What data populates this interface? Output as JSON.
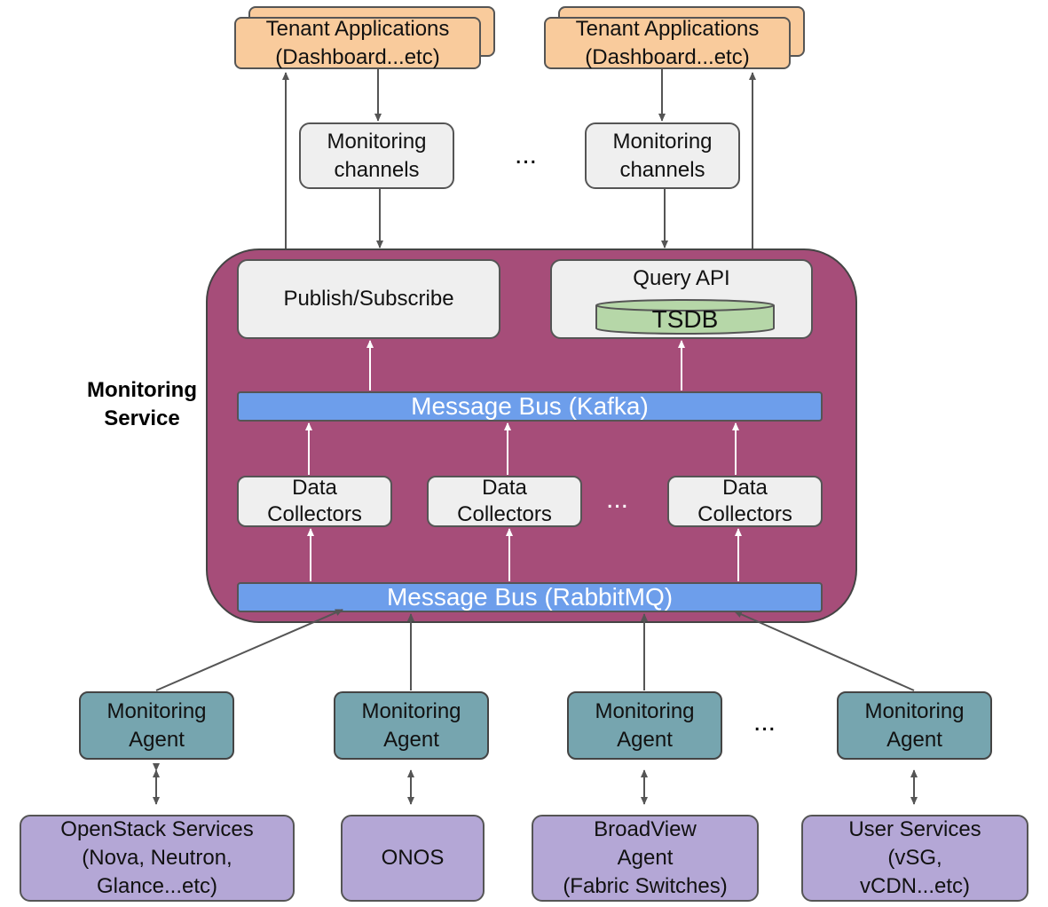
{
  "tenant_apps": [
    {
      "lines": [
        "Tenant Applications",
        "(Dashboard...etc)"
      ]
    },
    {
      "lines": [
        "Tenant Applications",
        "(Dashboard...etc)"
      ]
    }
  ],
  "monitoring_channels": [
    {
      "lines": [
        "Monitoring",
        "channels"
      ]
    },
    {
      "lines": [
        "Monitoring",
        "channels"
      ]
    }
  ],
  "ellipsis": "...",
  "monitoring_service": {
    "label_lines": [
      "Monitoring",
      "Service"
    ],
    "publish_subscribe": "Publish/Subscribe",
    "query_api": "Query API",
    "tsdb": "TSDB",
    "kafka_bus": "Message Bus (Kafka)",
    "rabbitmq_bus": "Message Bus (RabbitMQ)",
    "data_collectors": [
      {
        "lines": [
          "Data",
          "Collectors"
        ]
      },
      {
        "lines": [
          "Data",
          "Collectors"
        ]
      },
      {
        "lines": [
          "Data",
          "Collectors"
        ]
      }
    ]
  },
  "monitoring_agents": [
    {
      "lines": [
        "Monitoring",
        "Agent"
      ]
    },
    {
      "lines": [
        "Monitoring",
        "Agent"
      ]
    },
    {
      "lines": [
        "Monitoring",
        "Agent"
      ]
    },
    {
      "lines": [
        "Monitoring",
        "Agent"
      ]
    }
  ],
  "sources": [
    {
      "lines": [
        "OpenStack Services",
        "(Nova, Neutron,",
        "Glance...etc)"
      ]
    },
    {
      "lines": [
        "ONOS"
      ]
    },
    {
      "lines": [
        "BroadView",
        "Agent",
        "(Fabric Switches)"
      ]
    },
    {
      "lines": [
        "User Services",
        "(vSG,",
        "vCDN...etc)"
      ]
    }
  ],
  "colors": {
    "tenant": "#f9cb9c",
    "service": "#a64d79",
    "bus": "#6d9eeb",
    "agent": "#76a5af",
    "source": "#b4a7d6",
    "tsdb": "#b6d7a8"
  }
}
